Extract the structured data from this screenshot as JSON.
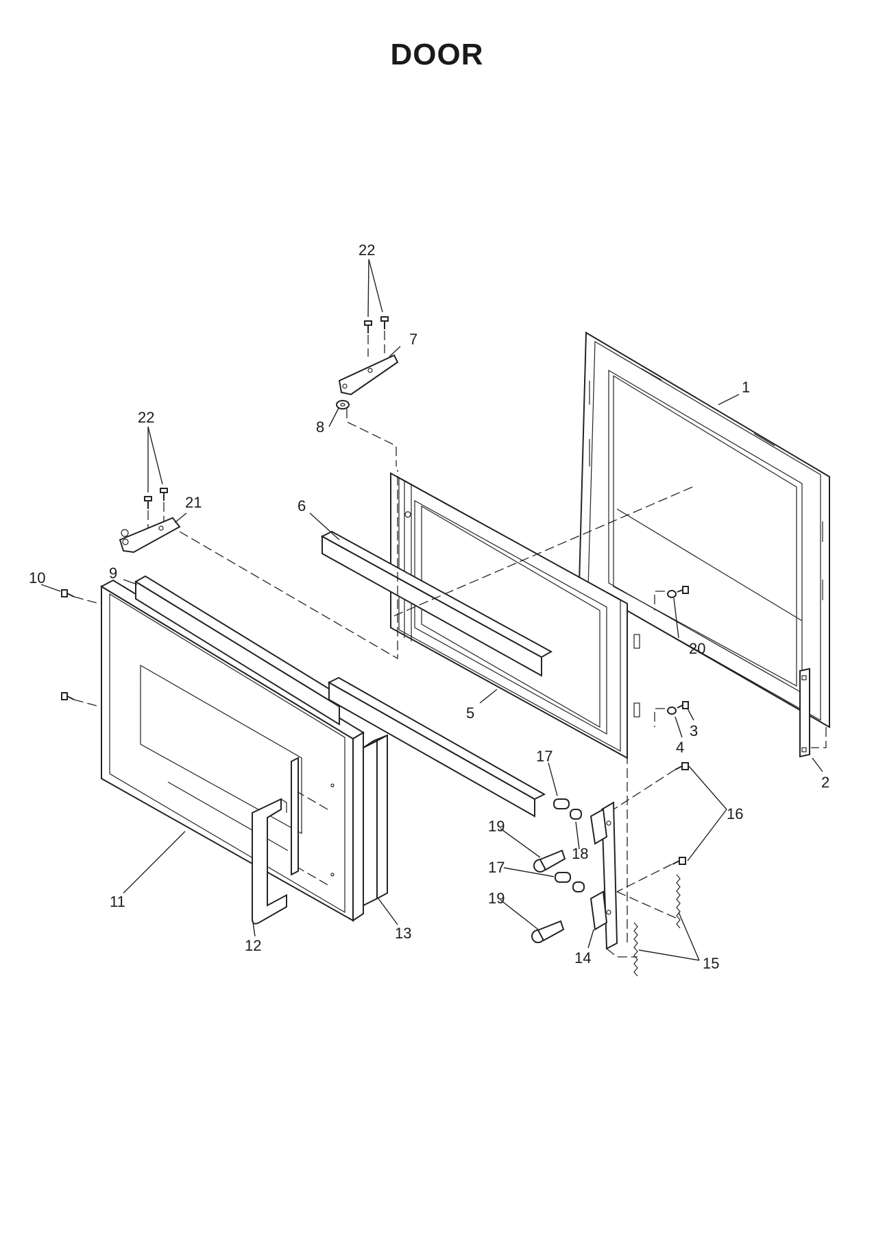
{
  "title": "DOOR",
  "callouts": {
    "c1": "1",
    "c2": "2",
    "c3": "3",
    "c4": "4",
    "c5": "5",
    "c6": "6",
    "c7": "7",
    "c8": "8",
    "c9": "9",
    "c10": "10",
    "c11": "11",
    "c12": "12",
    "c13": "13",
    "c14": "14",
    "c15": "15",
    "c16": "16",
    "c17a": "17",
    "c17b": "17",
    "c18": "18",
    "c19a": "19",
    "c19b": "19",
    "c20": "20",
    "c21": "21",
    "c22a": "22",
    "c22b": "22"
  }
}
